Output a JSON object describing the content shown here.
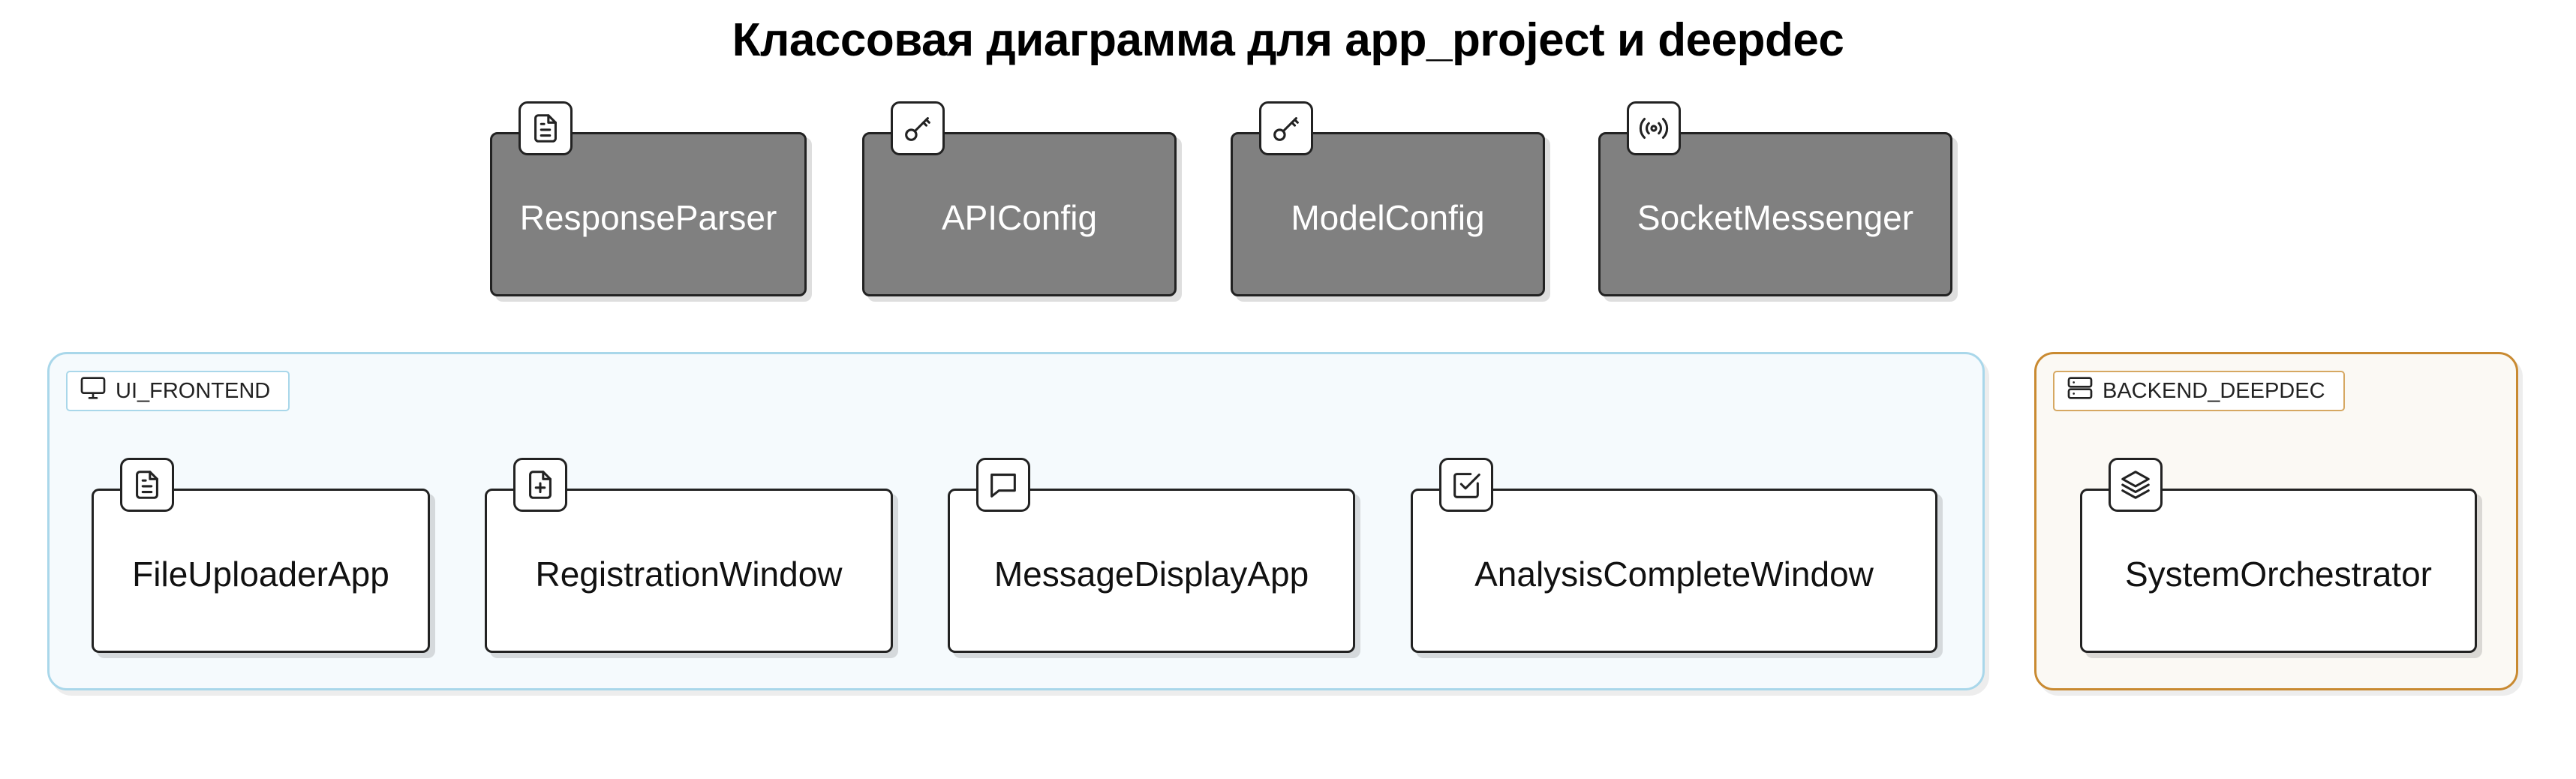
{
  "diagram": {
    "title": "Классовая диаграмма для app_project и deepdec",
    "top_row": [
      {
        "id": "response-parser",
        "label": "ResponseParser",
        "icon": "document-icon"
      },
      {
        "id": "api-config",
        "label": "APIConfig",
        "icon": "key-icon"
      },
      {
        "id": "model-config",
        "label": "ModelConfig",
        "icon": "key-icon"
      },
      {
        "id": "socket-messenger",
        "label": "SocketMessenger",
        "icon": "broadcast-icon"
      }
    ],
    "groups": {
      "frontend": {
        "label": "UI_FRONTEND",
        "icon": "monitor-icon",
        "border_color": "#a9d7ea",
        "classes": [
          {
            "id": "file-uploader-app",
            "label": "FileUploaderApp",
            "icon": "document-icon"
          },
          {
            "id": "registration-window",
            "label": "RegistrationWindow",
            "icon": "file-plus-icon"
          },
          {
            "id": "message-display-app",
            "label": "MessageDisplayApp",
            "icon": "chat-icon"
          },
          {
            "id": "analysis-complete-window",
            "label": "AnalysisCompleteWindow",
            "icon": "checkbox-icon"
          }
        ]
      },
      "backend": {
        "label": "BACKEND_DEEPDEC",
        "icon": "server-icon",
        "border_color": "#c98a31",
        "classes": [
          {
            "id": "system-orchestrator",
            "label": "SystemOrchestrator",
            "icon": "layers-icon"
          }
        ]
      }
    },
    "colors": {
      "dark_box": "#808080",
      "light_box": "#ffffff",
      "outline": "#222222"
    }
  }
}
